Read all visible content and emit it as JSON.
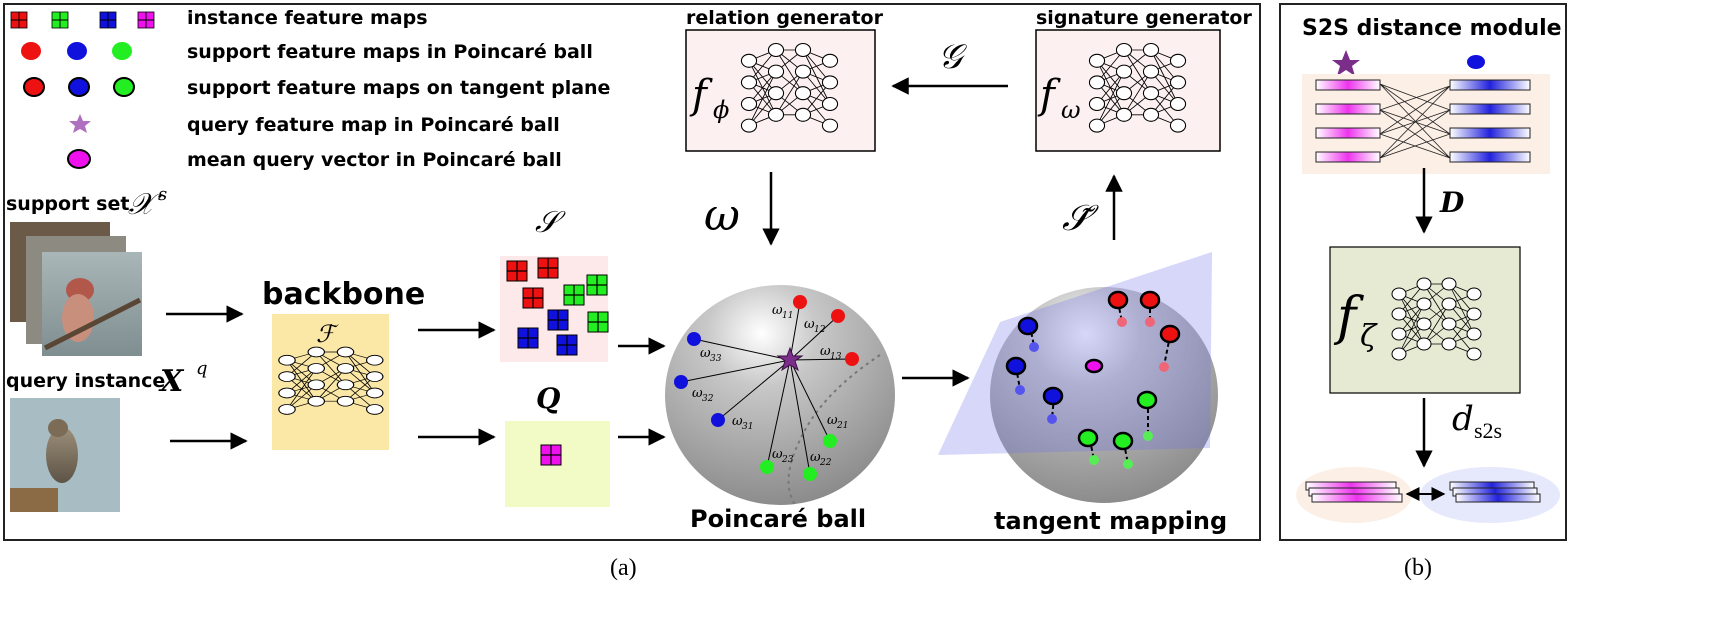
{
  "legend": {
    "instance": "instance feature maps",
    "support_ball": "support feature maps in Poincaré ball",
    "support_tangent": "support feature maps on tangent plane",
    "query_ball": "query feature map in Poincaré ball",
    "mean_query": "mean query vector in Poincaré ball"
  },
  "support_set": {
    "label": "support set",
    "symbol": "𝒳",
    "sup": "s"
  },
  "query_instance": {
    "label": "query instance",
    "symbol": "𝑿",
    "sup": "q"
  },
  "backbone": {
    "label": "backbone",
    "symbol": "ℱ"
  },
  "sets": {
    "S": "𝒮",
    "Q": "𝑸"
  },
  "relation_generator": {
    "label": "relation generator",
    "symbol": "f",
    "sub": "ϕ"
  },
  "signature_generator": {
    "label": "signature generator",
    "symbol": "f",
    "sub": "ω"
  },
  "G": "𝒢",
  "omega": "ω",
  "S_tilde": "𝒮̃",
  "ball_label": "Poincaré ball",
  "tangent_label": "tangent mapping",
  "weights": [
    "ω",
    "11",
    "12",
    "13",
    "21",
    "22",
    "23",
    "31",
    "32",
    "33"
  ],
  "s2s": {
    "title": "S2S distance module",
    "D": "𝑫",
    "f": "f",
    "zeta": "ζ",
    "d": "d",
    "dsub": "s2s"
  },
  "captions": {
    "a": "(a)",
    "b": "(b)"
  },
  "colors": {
    "red": "#ee1111",
    "blue": "#1111dd",
    "green": "#22ee22",
    "magenta": "#ee11ee",
    "purple": "#8a3a9a"
  }
}
